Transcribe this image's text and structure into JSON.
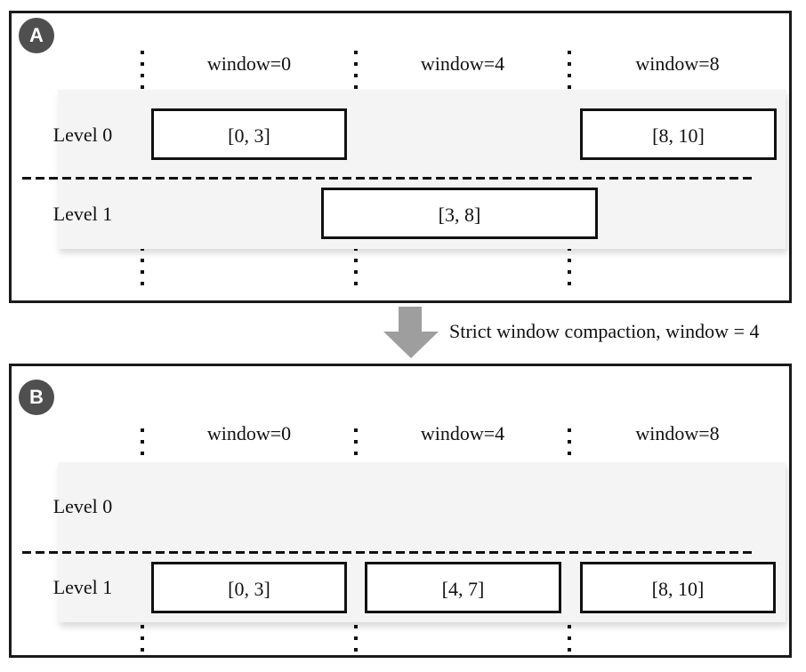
{
  "diagram": {
    "panels": [
      {
        "badge": "A",
        "headers": [
          "window=0",
          "window=4",
          "window=8"
        ],
        "levels": [
          {
            "label": "Level 0",
            "runs": [
              {
                "range": "[0, 3]"
              },
              {
                "range": "[8, 10]"
              }
            ]
          },
          {
            "label": "Level 1",
            "runs": [
              {
                "range": "[3, 8]"
              }
            ]
          }
        ]
      },
      {
        "badge": "B",
        "headers": [
          "window=0",
          "window=4",
          "window=8"
        ],
        "levels": [
          {
            "label": "Level 0",
            "runs": []
          },
          {
            "label": "Level 1",
            "runs": [
              {
                "range": "[0, 3]"
              },
              {
                "range": "[4, 7]"
              },
              {
                "range": "[8, 10]"
              }
            ]
          }
        ]
      }
    ],
    "transition": {
      "label": "Strict window compaction, window = 4"
    },
    "colors": {
      "panel_border": "#1a1a1a",
      "band_background": "#f4f4f4",
      "badge_background": "#4f4f4f",
      "arrow": "#9e9e9e",
      "box_border": "#111111",
      "text": "#111111"
    }
  }
}
